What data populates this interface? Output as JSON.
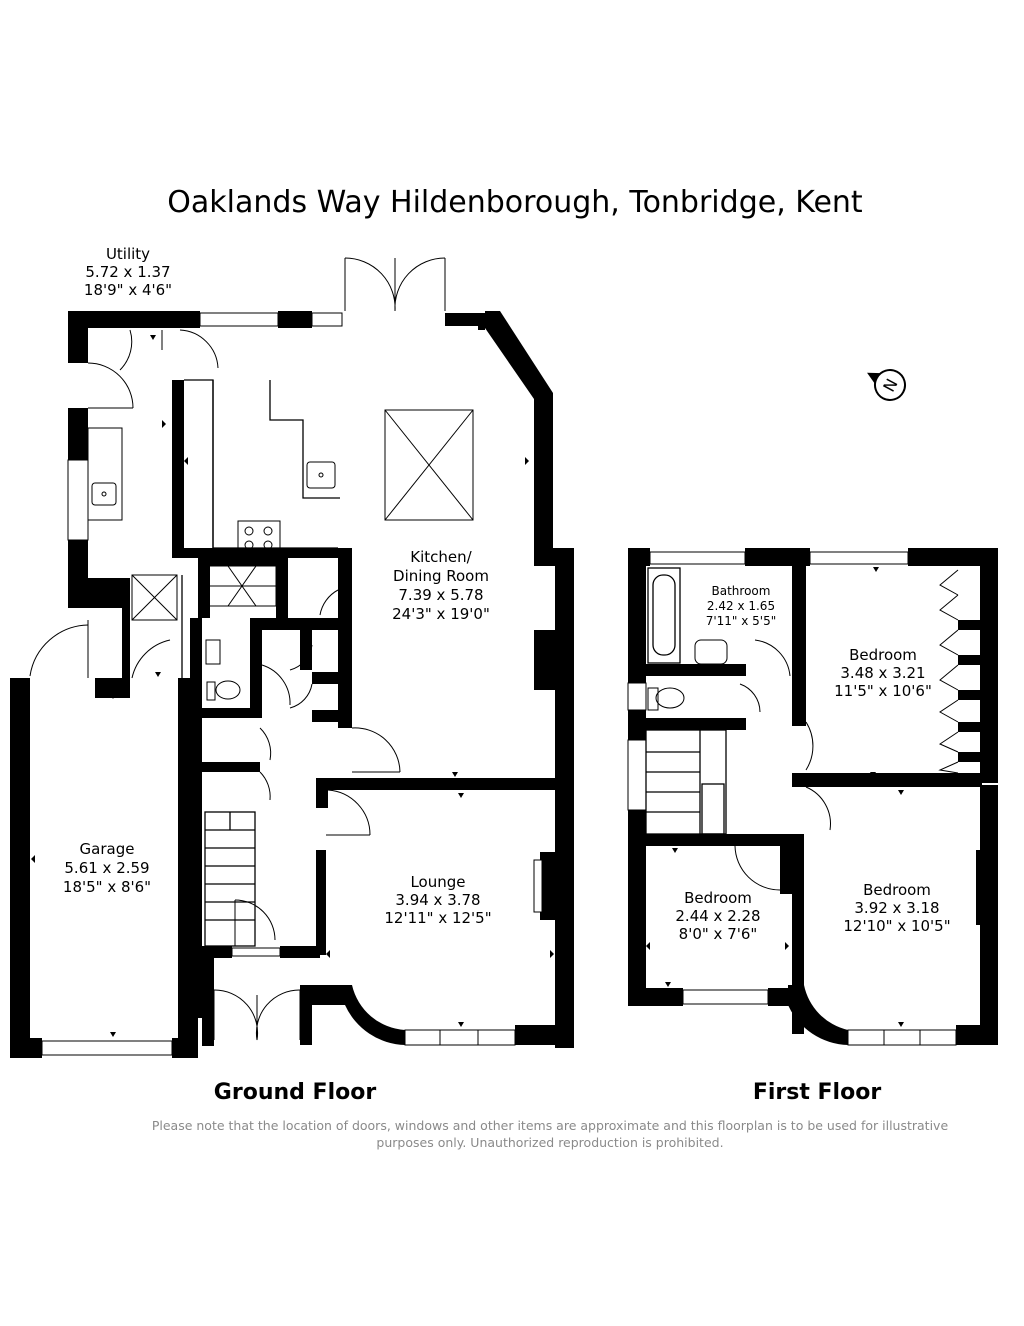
{
  "title": "Oaklands Way Hildenborough, Tonbridge, Kent",
  "floors": {
    "ground": "Ground Floor",
    "first": "First Floor"
  },
  "rooms": {
    "utility": {
      "name": "Utility",
      "metric": "5.72 x 1.37",
      "imperial": "18'9\" x 4'6\""
    },
    "kitchen": {
      "name1": "Kitchen/",
      "name2": "Dining Room",
      "metric": "7.39 x 5.78",
      "imperial": "24'3\" x 19'0\""
    },
    "garage": {
      "name": "Garage",
      "metric": "5.61 x 2.59",
      "imperial": "18'5\" x 8'6\""
    },
    "lounge": {
      "name": "Lounge",
      "metric": "3.94 x 3.78",
      "imperial": "12'11\" x 12'5\""
    },
    "bathroom": {
      "name": "Bathroom",
      "metric": "2.42 x 1.65",
      "imperial": "7'11\" x 5'5\""
    },
    "bedroom1": {
      "name": "Bedroom",
      "metric": "3.48 x 3.21",
      "imperial": "11'5\" x 10'6\""
    },
    "bedroom2": {
      "name": "Bedroom",
      "metric": "2.44 x 2.28",
      "imperial": "8'0\" x 7'6\""
    },
    "bedroom3": {
      "name": "Bedroom",
      "metric": "3.92 x 3.18",
      "imperial": "12'10\" x 10'5\""
    }
  },
  "compass": {
    "label": "N",
    "icon": "north-arrow-icon"
  },
  "disclaimer": {
    "line1": "Please note that the location of doors, windows and other items are approximate and this floorplan is to be used for illustrative",
    "line2": "purposes only. Unauthorized reproduction is prohibited."
  }
}
